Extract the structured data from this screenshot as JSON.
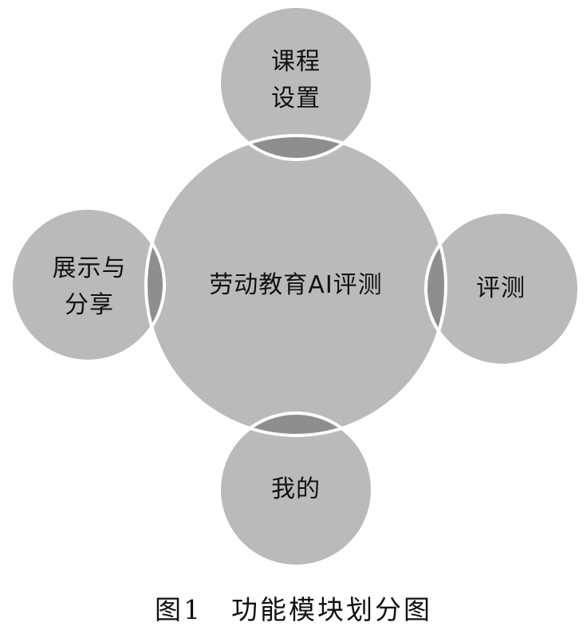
{
  "diagram": {
    "center": {
      "label": "劳动教育AI评测"
    },
    "satellites": {
      "top": {
        "label": "课程\n设置"
      },
      "left": {
        "label": "展示与\n分享"
      },
      "right": {
        "label": "评测"
      },
      "bottom": {
        "label": "我的"
      }
    }
  },
  "caption": "图1　功能模块划分图",
  "colors": {
    "circle_fill": "#bababa",
    "overlap_fill": "#8e8e8e",
    "outline": "#ffffff",
    "text": "#111111"
  }
}
